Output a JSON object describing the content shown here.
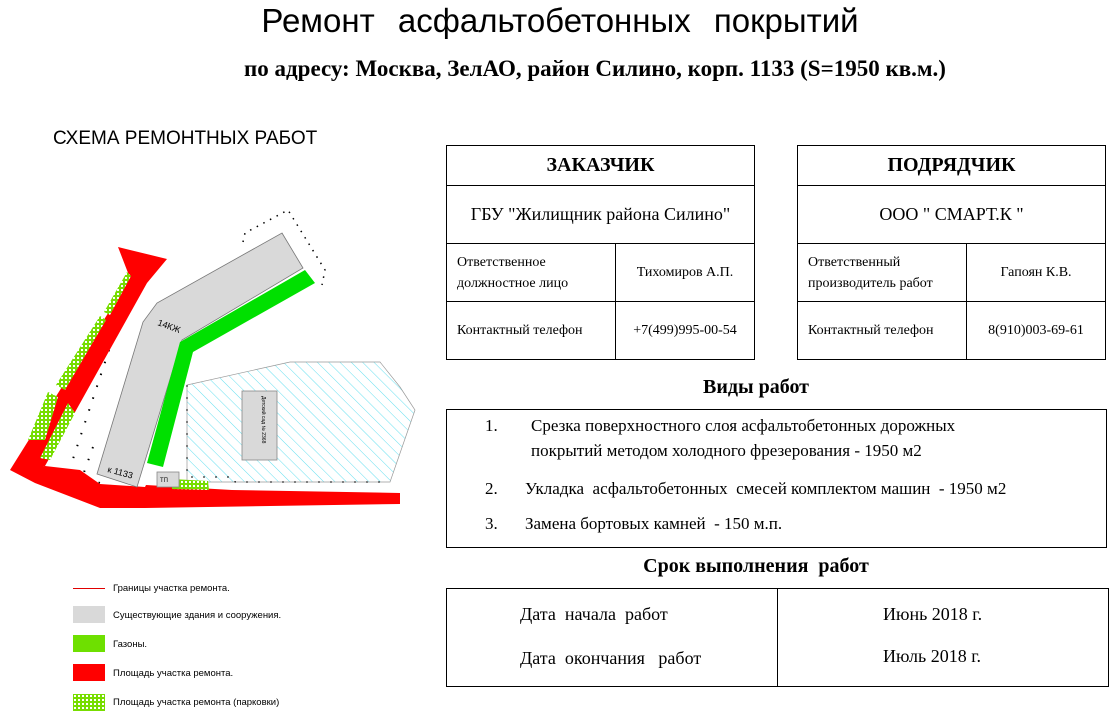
{
  "header": {
    "title": "Ремонт асфальтобетонных покрытий",
    "subtitle": "по адресу: Москва, ЗелАО, район Силино, корп. 1133 (S=1950 кв.м.)"
  },
  "scheme": {
    "title": "СХЕМА РЕМОНТНЫХ РАБОТ",
    "labels": {
      "building_main": "14КЖ",
      "building_k1133": "к 1133",
      "tp": "ТП",
      "kindergarten": "Детский сад № 2368"
    },
    "colors": {
      "repair": "#ff0000",
      "lawn": "#00e000",
      "building": "#d9d9d9",
      "parking": "#77dd00",
      "hatch": "#66e0f0"
    }
  },
  "legend": [
    {
      "label": "Границы участка ремонта.",
      "kind": "line"
    },
    {
      "label": "Существующие здания и сооружения.",
      "kind": "building"
    },
    {
      "label": "Газоны.",
      "kind": "lawn"
    },
    {
      "label": "Площадь участка ремонта.",
      "kind": "repair"
    },
    {
      "label": "Площадь участка ремонта (парковки)",
      "kind": "parking"
    }
  ],
  "customer": {
    "header": "ЗАКАЗЧИК",
    "org": "ГБУ \"Жилищник района Силино\"",
    "person_label": "Ответственное должностное лицо",
    "person": "Тихомиров А.П.",
    "phone_label": "Контактный телефон",
    "phone": "+7(499)995-00-54"
  },
  "contractor": {
    "header": "ПОДРЯДЧИК",
    "org": "ООО \" СМАРТ.К \"",
    "person_label": "Ответственный производитель работ",
    "person": "Гапоян К.В.",
    "phone_label": "Контактный телефон",
    "phone": "8(910)003-69-61"
  },
  "works": {
    "title": "Виды работ",
    "items": [
      {
        "num": "1.",
        "line1": "Срезка поверхностного слоя асфальтобетонных дорожных",
        "line2": "покрытий методом холодного фрезерования - 1950 м2"
      },
      {
        "num": "2.",
        "line1": "Укладка  асфальтобетонных  смесей комплектом машин  - 1950 м2"
      },
      {
        "num": "3.",
        "line1": "Замена бортовых камней  - 150 м.п."
      }
    ]
  },
  "schedule": {
    "title": "Срок выполнения  работ",
    "start_label": "Дата  начала  работ",
    "start": "Июнь 2018 г.",
    "end_label": "Дата  окончания   работ",
    "end": "Июль 2018 г."
  }
}
